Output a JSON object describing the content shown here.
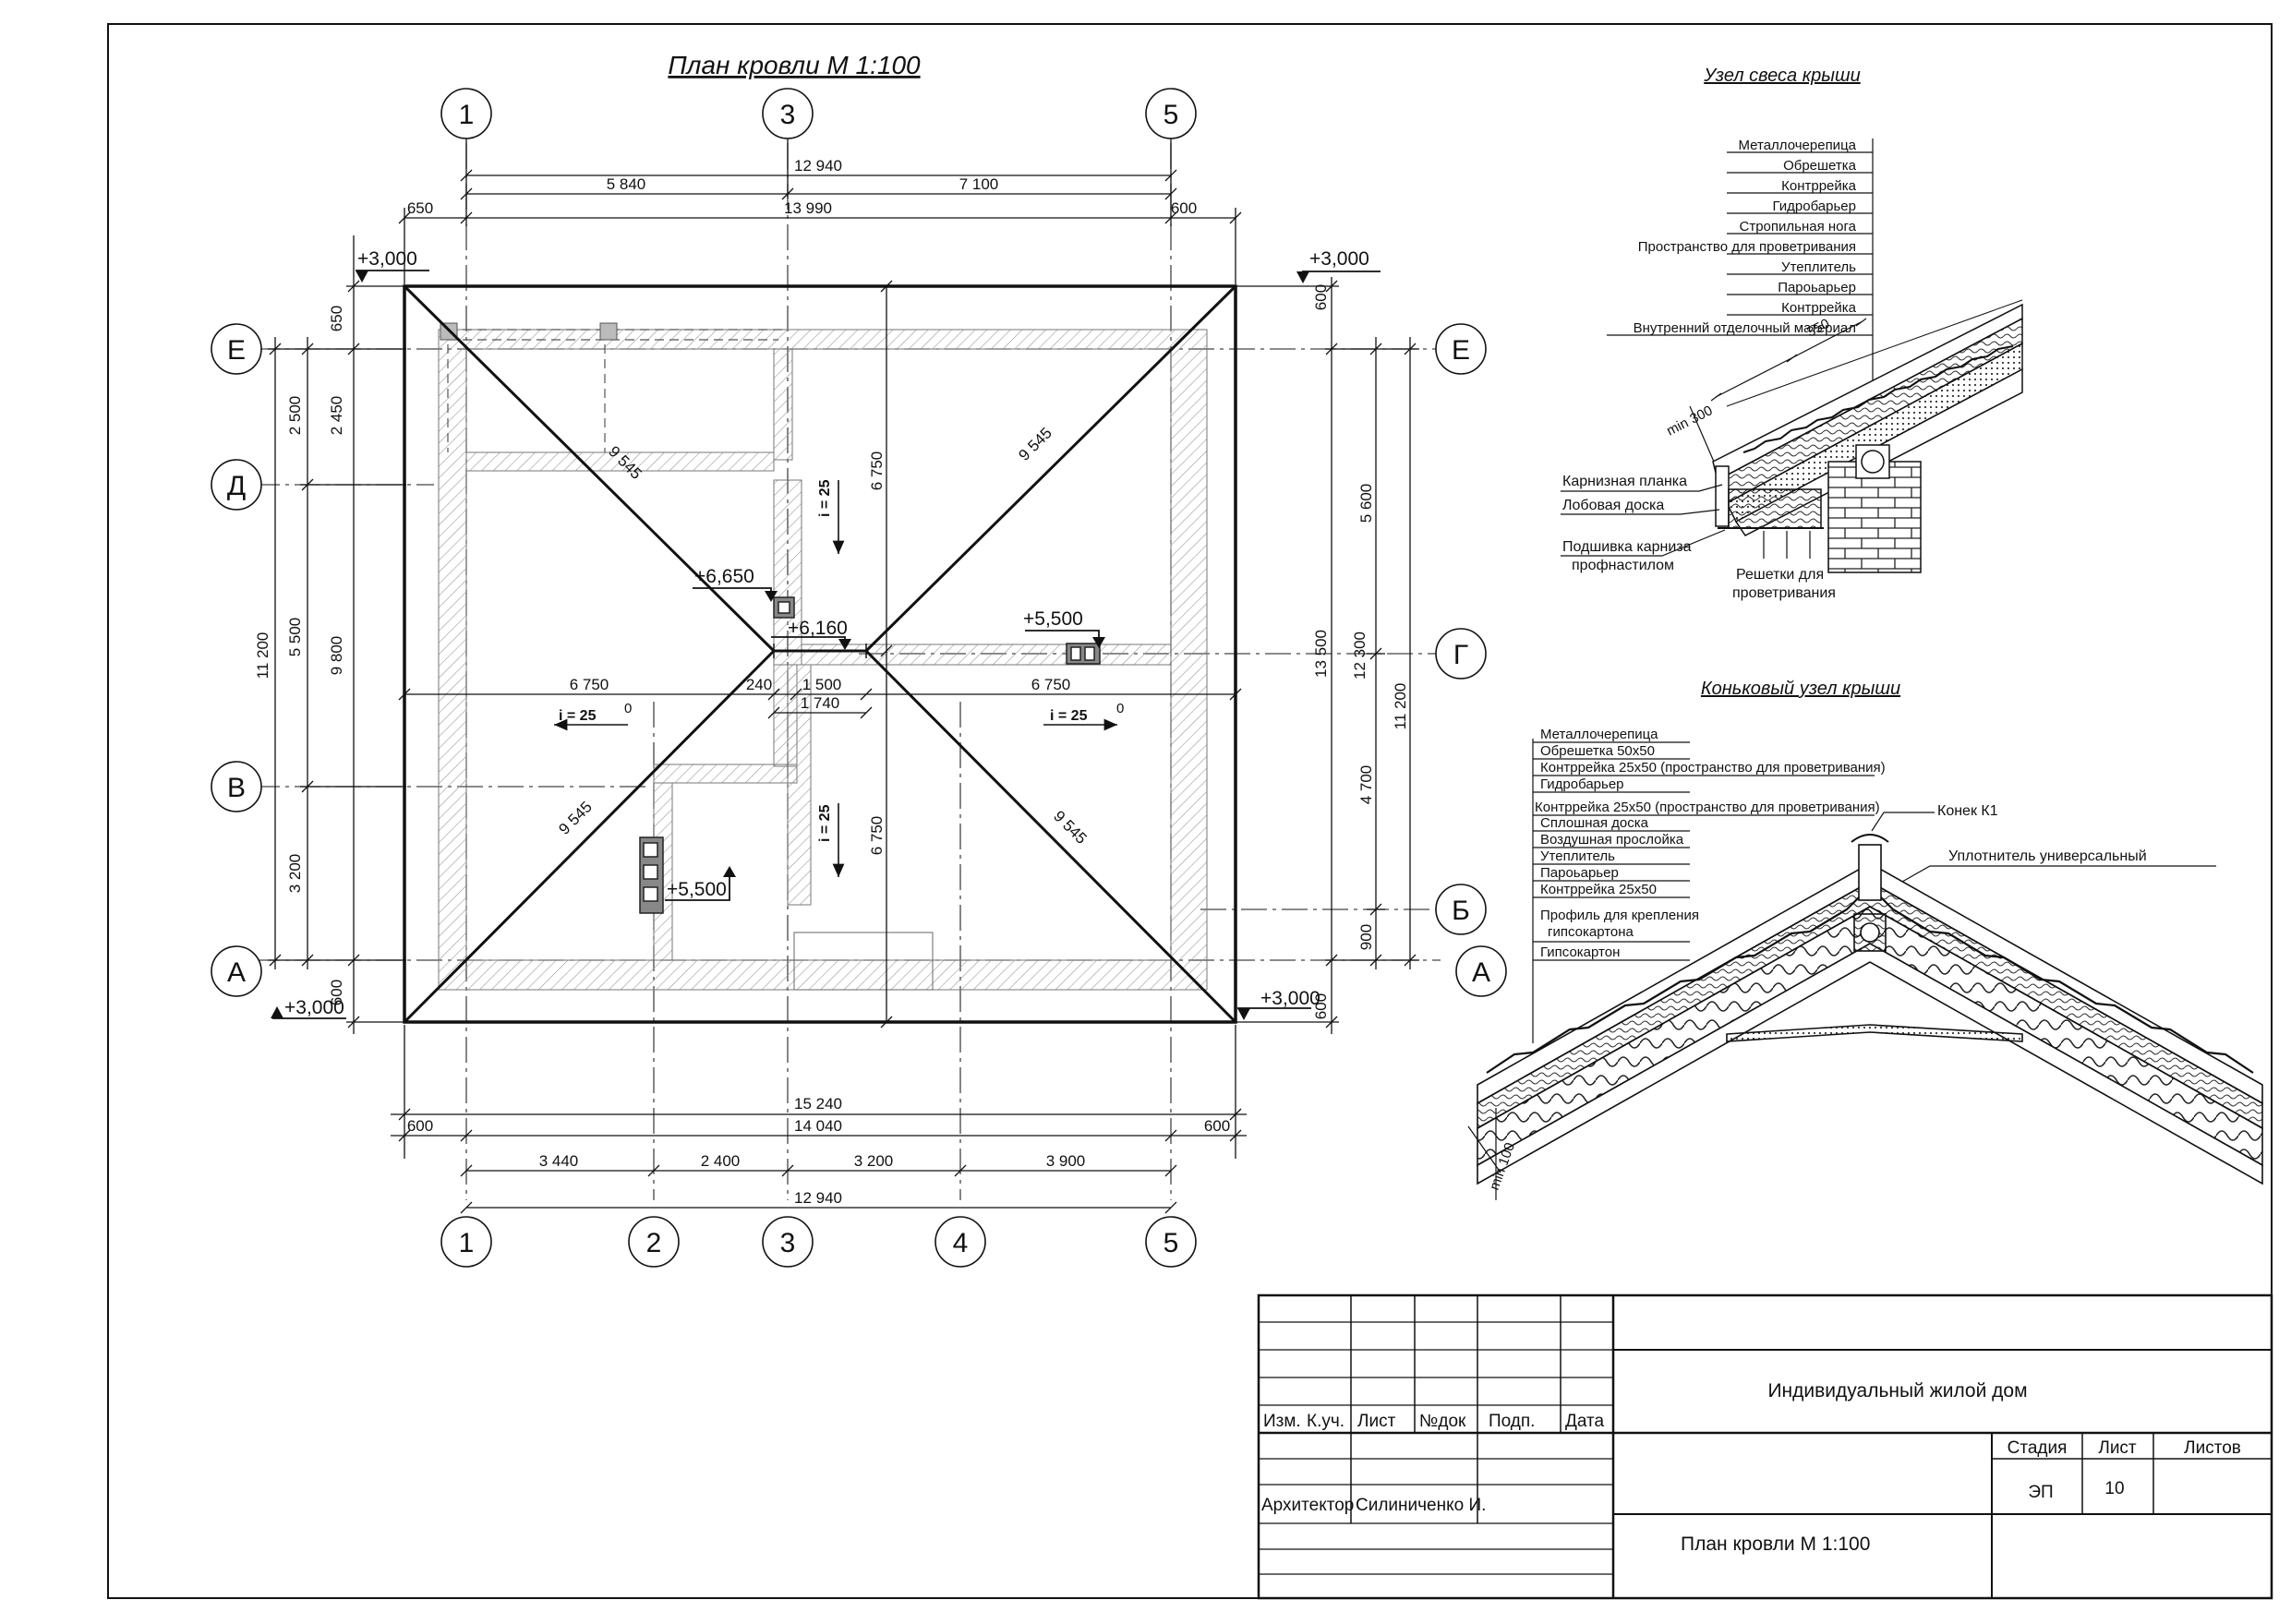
{
  "plan": {
    "title": "План кровли  М 1:100",
    "axes_top": [
      "1",
      "3",
      "5"
    ],
    "axes_bottom": [
      "1",
      "2",
      "3",
      "4",
      "5"
    ],
    "axes_left": [
      "Е",
      "Д",
      "В",
      "А"
    ],
    "axes_right": [
      "Е",
      "Г",
      "Б",
      "А"
    ],
    "dims_top": {
      "overall": "12 940",
      "seg1": "5 840",
      "seg2": "7 100",
      "ov2": "650",
      "total": "13 990",
      "ov3": "600"
    },
    "dims_bottom": {
      "total": "15 240",
      "ov_left": "600",
      "inner": "14 040",
      "ov_right": "600",
      "seg1": "3 440",
      "seg2": "2 400",
      "seg3": "3 200",
      "seg4": "3 900",
      "overall": "12 940"
    },
    "dims_left": {
      "ov_top": "650",
      "d1": "2 450",
      "d2": "2 500",
      "d3": "5 500",
      "d4": "3 200",
      "d5": "9 800",
      "overall": "11 200",
      "ov_bottom": "600"
    },
    "dims_right": {
      "ov_top": "600",
      "d1": "5 600",
      "d2": "4 700",
      "d3": "900",
      "overall": "11 200",
      "d4": "12 300",
      "d5": "13 500",
      "ov_bottom": "600"
    },
    "dims_inner": {
      "v_top": "6 750",
      "v_bottom": "6 750",
      "h_left": "6 750",
      "h_right": "6 750",
      "h_mid1": "240",
      "h_mid2": "1 500",
      "h_mid3": "1 740"
    },
    "hips": {
      "h1": "9 545",
      "h2": "9 545",
      "h3": "9 545",
      "h4": "9 545"
    },
    "levels": {
      "tl": "+3,000",
      "tr": "+3,000",
      "bl": "+3,000",
      "br": "+3,000",
      "l1": "+6,650",
      "l2": "+6,160",
      "l3": "+5,500",
      "l4": "+5,500"
    },
    "slopes": {
      "top": "i = 25",
      "bottom": "i = 25",
      "left": "i = 25",
      "right": "i = 25",
      "deg": "0"
    }
  },
  "eave": {
    "title": "Узел свеса крыши",
    "layers": [
      "Металлочерепица",
      "Обрешетка",
      "Контррейка",
      "Гидробарьер",
      "Стропильная нога",
      "Пространство для проветривания",
      "Утеплитель",
      "Пароьарьер",
      "Контррейка",
      "Внутренний отделочный материал"
    ],
    "dim_350": "350",
    "dim_min300": "min 300",
    "callout_cornice": "Карнизная планка",
    "callout_front": "Лобовая доска",
    "callout_soffit1": "Подшивка карниза",
    "callout_soffit2": "профнастилом",
    "callout_vents1": "Решетки для",
    "callout_vents2": "проветривания"
  },
  "ridge": {
    "title": "Коньковый узел крыши",
    "layers": [
      "Металлочерепица",
      "Обрешетка 50х50",
      "Контррейка 25х50 (пространство для проветривания)",
      "Гидробарьер",
      "Контррейка 25х50 (пространство для проветривания)",
      "Сплошная доска",
      "Воздушная прослойка",
      "Утеплитель",
      "Пароьарьер",
      "Контррейка 25х50",
      "Профиль для крепления",
      "гипсокартона",
      "Гипсокартон"
    ],
    "ridge_label": "Конек К1",
    "seal_label": "Уплотнитель универсальный",
    "min100": "min 100"
  },
  "titleblock": {
    "headers": [
      "Изм.",
      "К.уч.",
      "Лист",
      "№док",
      "Подп.",
      "Дата"
    ],
    "role": "Архитектор",
    "person": "Силиниченко И.",
    "project": "Индивидуальный жилой дом",
    "stage_hdr": "Стадия",
    "sheet_hdr": "Лист",
    "sheets_hdr": "Листов",
    "stage": "ЭП",
    "sheet": "10",
    "sheets": "",
    "drawing": "План кровли М 1:100"
  }
}
